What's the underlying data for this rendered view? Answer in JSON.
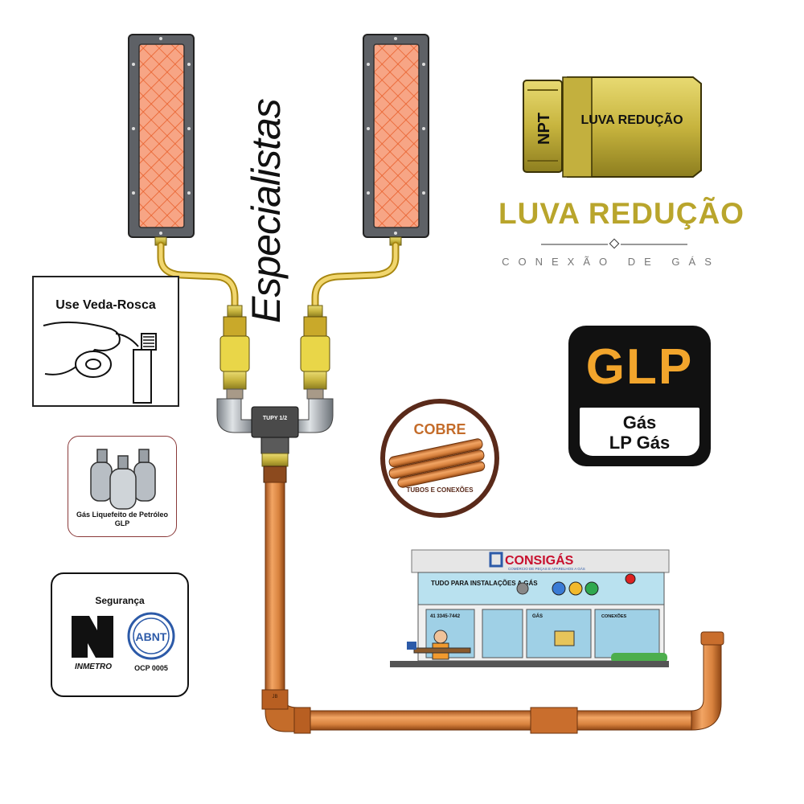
{
  "script_text": "Especialistas",
  "luva": {
    "npt_label": "NPT",
    "body_label": "LUVA REDUÇÃO",
    "title": "LUVA REDUÇÃO",
    "subtitle": "CONEXÃO DE GÁS"
  },
  "veda": {
    "title": "Use Veda-Rosca"
  },
  "glp_card": {
    "line1": "Gás Liquefeito de Petróleo",
    "line2": "GLP"
  },
  "seguranca": {
    "title": "Segurança",
    "inmetro": "INMETRO",
    "ocp": "OCP 0005",
    "abnt": "ABNT"
  },
  "cobre": {
    "title": "COBRE",
    "caption": "TUBOS E CONEXÕES"
  },
  "glp_badge": {
    "big": "GLP",
    "line1": "Gás",
    "line2": "LP Gás"
  },
  "store": {
    "brand": "CONSIGÁS",
    "tagline": "COMÉRCIO DE PEÇAS E APARELHOS A GÁS",
    "banner": "TUDO PARA INSTALAÇÕES A GÁS",
    "phone": "41 3345-7442",
    "sign_gas": "GÁS",
    "sign_conexoes": "CONEXÕES"
  },
  "fittings": {
    "tee_label": "TUPY 1/2",
    "elbow_mark": "JB"
  },
  "colors": {
    "gold": "#b9a52c",
    "copper": "#d8823e",
    "orange_accent": "#f2a52c",
    "dark": "#111111"
  }
}
